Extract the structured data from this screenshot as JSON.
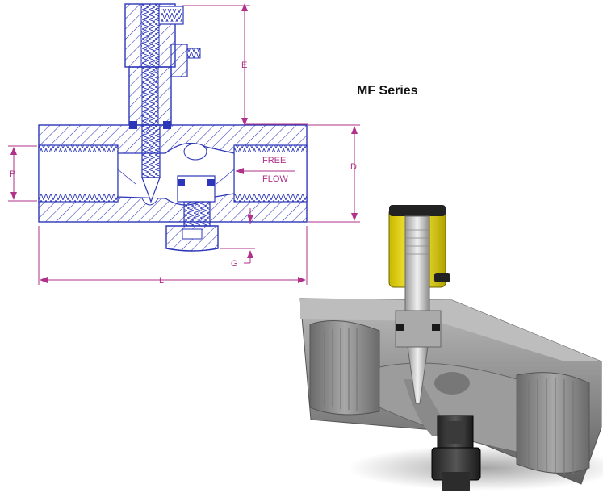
{
  "series_title": "MF Series",
  "drawing": {
    "dimensions": {
      "e": "E",
      "d": "D",
      "p": "P",
      "g": "G",
      "l": "L"
    },
    "flow_label_line1": "FREE",
    "flow_label_line2": "FLOW"
  },
  "colors": {
    "line_blue": "#2b36b8",
    "dimension_magenta": "#b0318a",
    "body_gray": "#8a8a8a",
    "cap_yellow": "#f2e100"
  }
}
